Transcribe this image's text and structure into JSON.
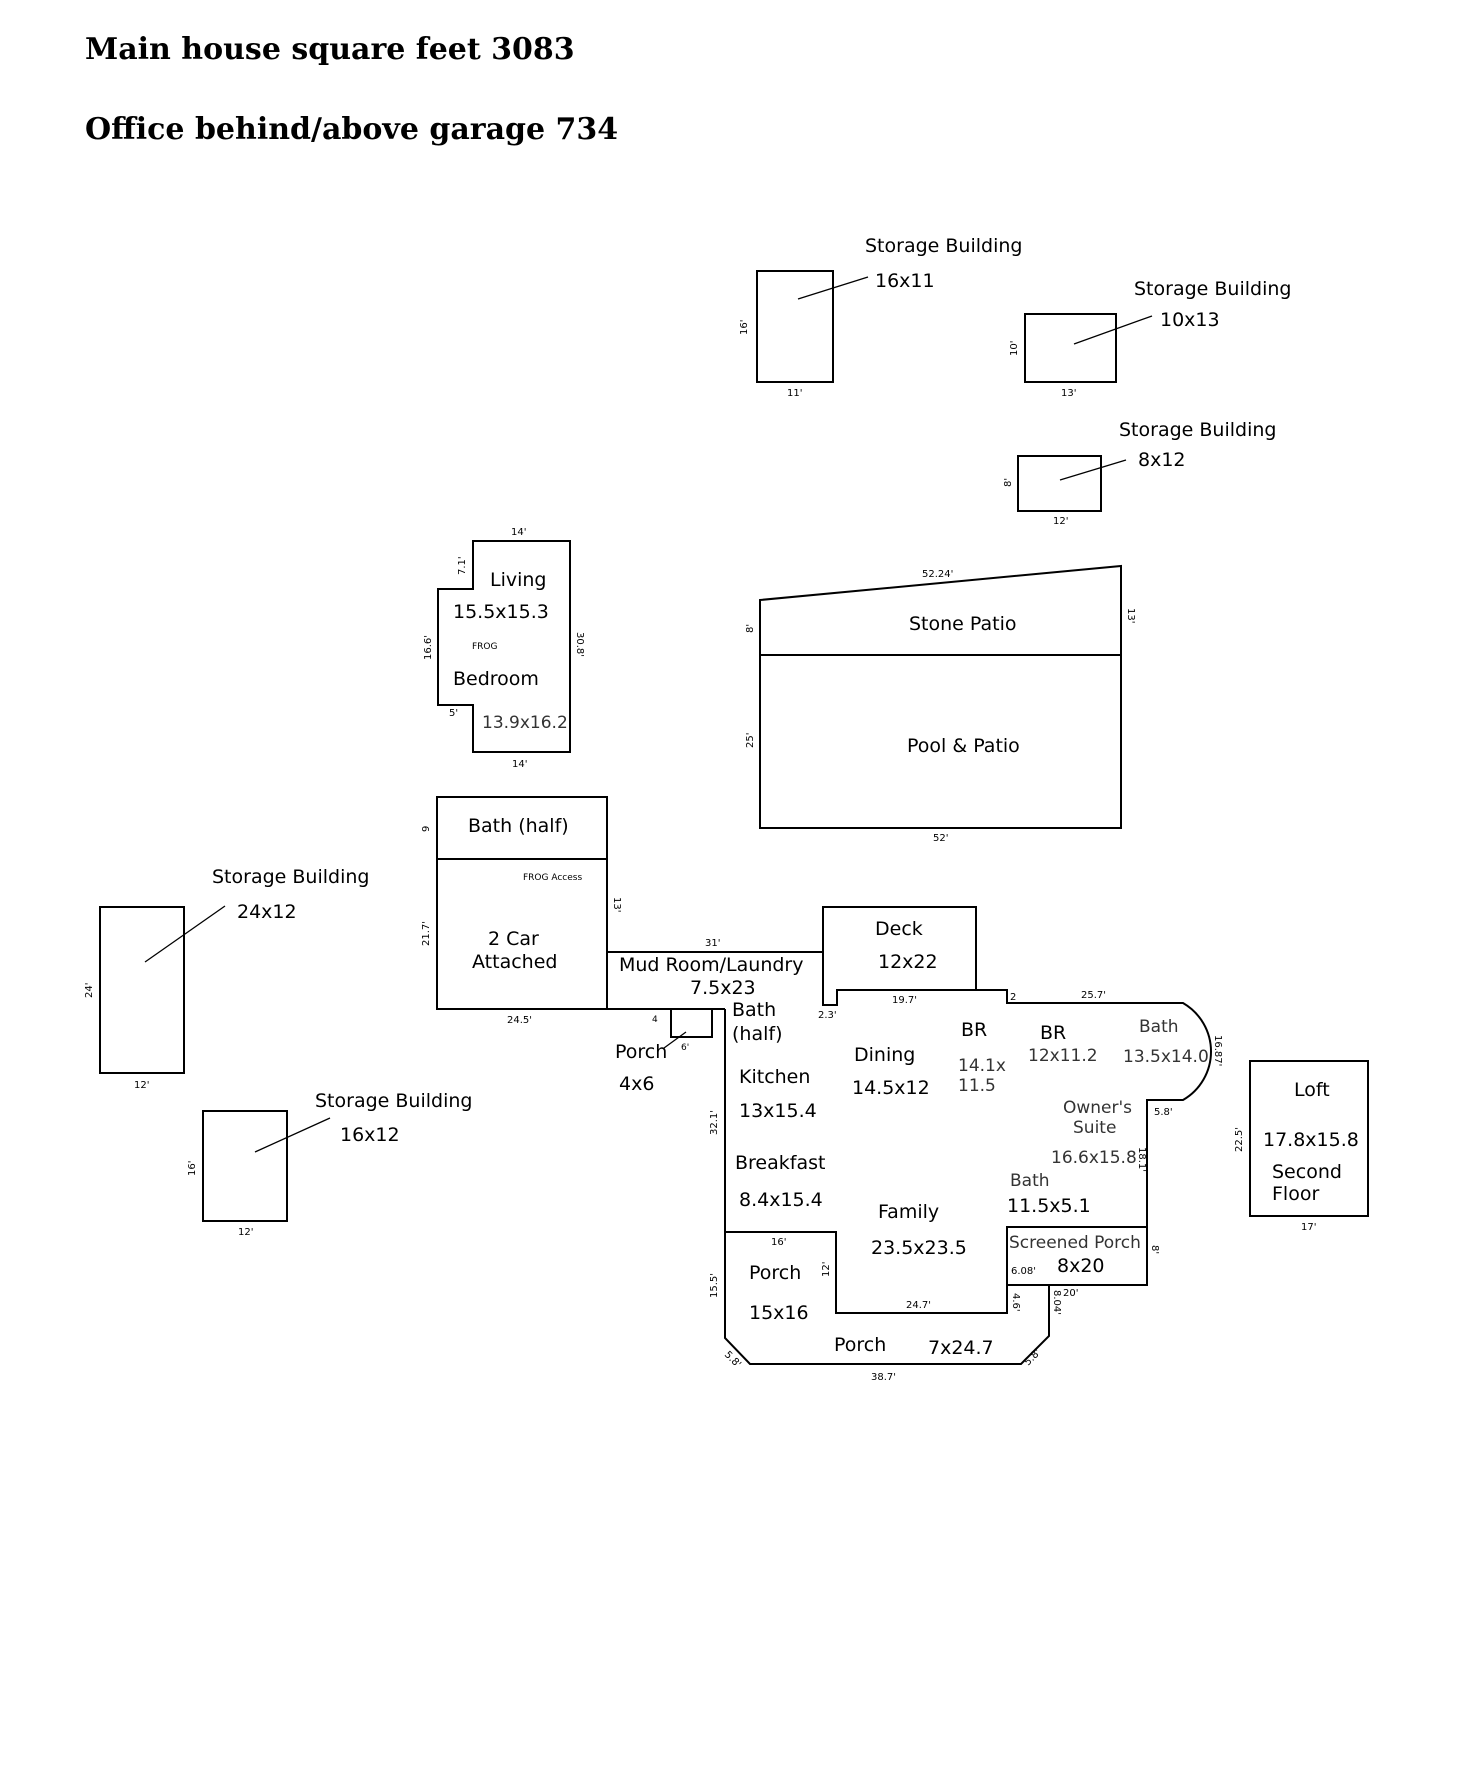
{
  "header": {
    "main_house": "Main house square feet 3083",
    "office": "Office behind/above garage 734"
  },
  "storage": {
    "title": "Storage Building",
    "a": {
      "size": "16x11",
      "w": "11'",
      "h": "16'"
    },
    "b": {
      "size": "10x13",
      "w": "13'",
      "h": "10'"
    },
    "c": {
      "size": "8x12",
      "w": "12'",
      "h": "8'"
    },
    "d": {
      "size": "24x12",
      "w": "12'",
      "h": "24'"
    },
    "e": {
      "size": "16x12",
      "w": "12'",
      "h": "16'"
    }
  },
  "frog_unit": {
    "living": "Living",
    "living_size": "15.5x15.3",
    "frog": "FROG",
    "bedroom": "Bedroom",
    "bedroom_size": "13.9x16.2",
    "d_top": "14'",
    "d_bottom": "14'",
    "d_step": "7.1'",
    "d_left": "16.6'",
    "d_notch": "5'",
    "d_right": "30.8'"
  },
  "patio": {
    "stone": "Stone Patio",
    "pool": "Pool & Patio",
    "d_top": "52.24'",
    "d_right": "13'",
    "d_left_top": "8'",
    "d_left_bottom": "25'",
    "d_bottom": "52'"
  },
  "garage": {
    "bath": "Bath (half)",
    "frog_access": "FROG Access",
    "car_l1": "2 Car",
    "car_l2": "Attached",
    "d_bath": "9",
    "d_left": "21.7'",
    "d_right": "13'",
    "d_bottom": "24.5'"
  },
  "house": {
    "mud": "Mud Room/Laundry",
    "mud_size": "7.5x23",
    "d_mud": "31'",
    "deck": "Deck",
    "deck_size": "12x22",
    "d_deck_left": "2.3'",
    "d_deck_bottom": "19.7'",
    "d_2": "2",
    "d_25_7": "25.7'",
    "d_16_87": "16.87'",
    "porch_small": "Porch",
    "porch_small_size": "4x6",
    "d_4": "4",
    "d_6": "6'",
    "bath_half_l1": "Bath",
    "bath_half_l2": "(half)",
    "kitchen": "Kitchen",
    "kitchen_size": "13x15.4",
    "breakfast": "Breakfast",
    "breakfast_size": "8.4x15.4",
    "dining": "Dining",
    "dining_size": "14.5x12",
    "br1": "BR",
    "br1_size_a": "14.1x",
    "br1_size_b": "11.5",
    "br2": "BR",
    "br2_size": "12x11.2",
    "bath2": "Bath",
    "bath2_size": "13.5x14.0",
    "owners_l1": "Owner's",
    "owners_l2": "Suite",
    "owners_size": "16.6x15.8",
    "bath3": "Bath",
    "bath3_size": "11.5x5.1",
    "family": "Family",
    "family_size": "23.5x23.5",
    "screened": "Screened Porch",
    "screened_size": "8x20",
    "porch_a": "Porch",
    "porch_a_size": "15x16",
    "porch_b": "Porch",
    "porch_b_size": "7x24.7",
    "d_32_1": "32.1'",
    "d_16": "16'",
    "d_12": "12'",
    "d_15_5": "15.5'",
    "d_5_8a": "5.8'",
    "d_38_7": "38.7'",
    "d_5_8b": "5.8'",
    "d_24_7": "24.7'",
    "d_4_6": "4.6'",
    "d_6_08": "6.08'",
    "d_8_04": "8.04'",
    "d_20": "20'",
    "d_8": "8'",
    "d_18_1": "18.1'",
    "d_5_8c": "5.8'"
  },
  "loft": {
    "title": "Loft",
    "size": "17.8x15.8",
    "l2": "Second",
    "l3": "Floor",
    "d_left": "22.5'",
    "d_bottom": "17'"
  }
}
